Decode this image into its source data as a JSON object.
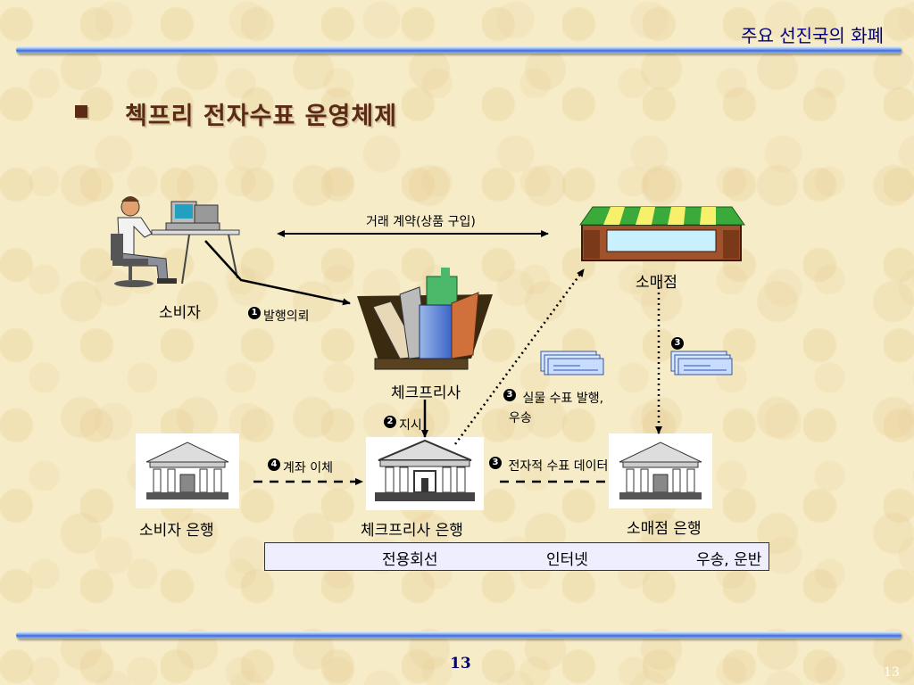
{
  "header": {
    "title": "주요 선진국의 화폐"
  },
  "section": {
    "title": "첵프리 전자수표 운영체제"
  },
  "nodes": {
    "consumer": "소비자",
    "store": "소매점",
    "company": "체크프리사",
    "consumer_bank": "소비자 은행",
    "company_bank": "체크프리사 은행",
    "store_bank": "소매점 은행"
  },
  "edges": {
    "contract": "거래 계약(상품 구입)",
    "issue_request_num": "1",
    "issue_request": "발행의뢰",
    "instruct_num": "2",
    "instruct": "지시",
    "transfer_num": "4",
    "transfer": "계좌 이체",
    "physical_num": "3",
    "physical_line1": "실물 수표 발행,",
    "physical_line2": "우송",
    "electronic_num": "3",
    "electronic": "전자적 수표 데이터",
    "store_check_num": "3"
  },
  "legend": {
    "dedicated": "전용회선",
    "internet": "인터넷",
    "mail": "우송, 운반"
  },
  "footer": {
    "page_center": "13",
    "page_corner": "13"
  }
}
